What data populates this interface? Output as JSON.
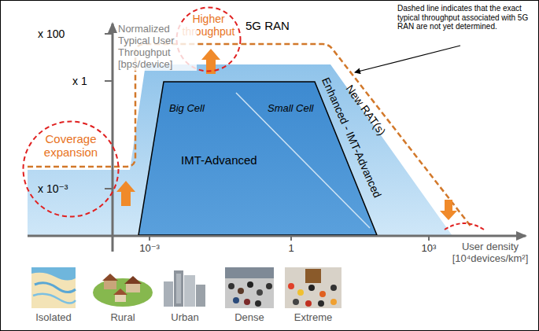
{
  "diagram": {
    "nodes": [
      {
        "text": [
          "Higher throughput"
        ]
      },
      {
        "text": [
          "Coverage expansion"
        ]
      },
      {
        "text": [
          "Big Cell",
          "Small Cell",
          "IMT-Advanced"
        ]
      }
    ],
    "labels": [
      "Normalized Typical User Throughput [bps/device]",
      "x 100",
      "x 1",
      "x 10⁻³",
      "5G RAN",
      "Enhanced - IMT-Advanced",
      "New RAT(s)",
      "Dashed line indicates that the exact typical throughput associated with 5G RAN are not yet determined.",
      "10⁻³",
      "1",
      "10³",
      "User density [10⁴devices/km²]",
      "Isolated",
      "Rural",
      "Urban",
      "Dense",
      "Extreme"
    ]
  }
}
